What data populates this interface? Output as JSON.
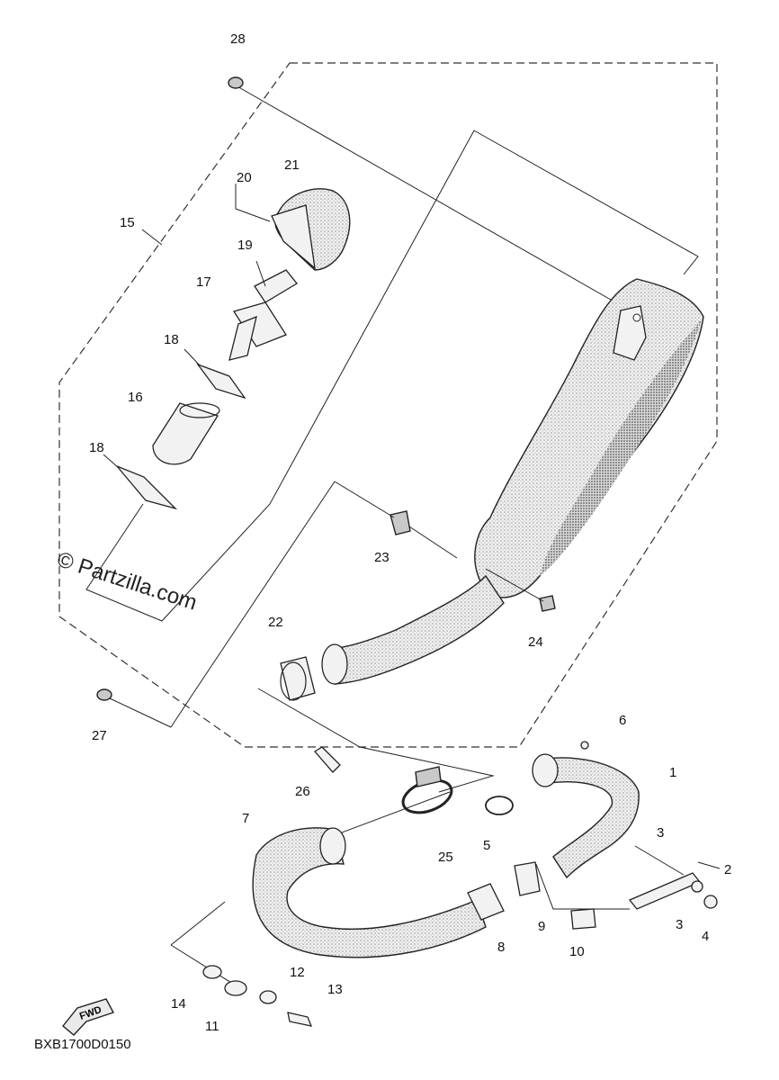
{
  "diagram": {
    "code": "BXB1700D0150",
    "watermark": "© Partzilla.com",
    "fwd_label": "FWD",
    "callouts": {
      "c1": "1",
      "c2": "2",
      "c3a": "3",
      "c3b": "3",
      "c4": "4",
      "c5": "5",
      "c6": "6",
      "c7": "7",
      "c8": "8",
      "c9": "9",
      "c10": "10",
      "c11": "11",
      "c12": "12",
      "c13": "13",
      "c14": "14",
      "c15": "15",
      "c16": "16",
      "c17": "17",
      "c18a": "18",
      "c18b": "18",
      "c19": "19",
      "c20": "20",
      "c21": "21",
      "c22": "22",
      "c23": "23",
      "c24": "24",
      "c25": "25",
      "c26": "26",
      "c27": "27",
      "c28": "28"
    }
  }
}
